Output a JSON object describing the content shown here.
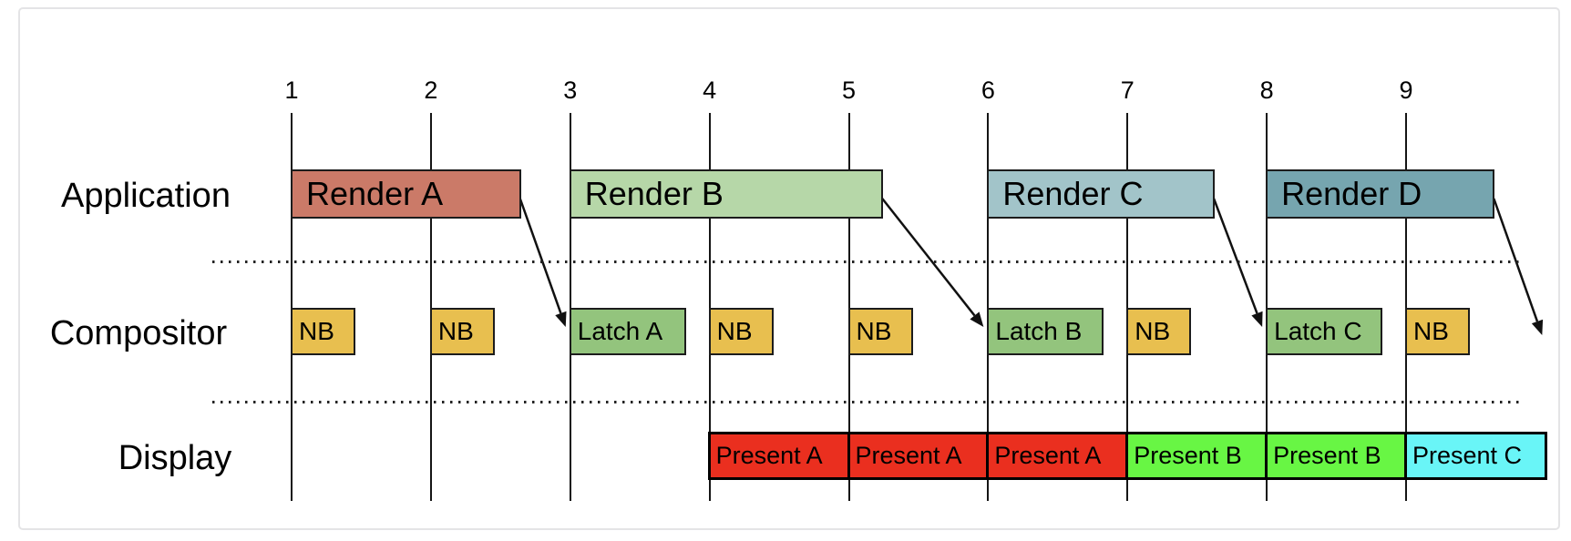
{
  "diagram_title": "frame-pipelining-timeline",
  "rows": [
    {
      "id": "application",
      "label": "Application"
    },
    {
      "id": "compositor",
      "label": "Compositor"
    },
    {
      "id": "display",
      "label": "Display"
    }
  ],
  "vsync_tick_labels": [
    "1",
    "2",
    "3",
    "4",
    "5",
    "6",
    "7",
    "8",
    "9"
  ],
  "application_blocks": [
    {
      "label": "Render A",
      "start": 1,
      "end": 2.64,
      "fill": "#cb7a68"
    },
    {
      "label": "Render B",
      "start": 3,
      "end": 5.24,
      "fill": "#b6d7a8"
    },
    {
      "label": "Render C",
      "start": 6,
      "end": 7.62,
      "fill": "#a2c4c9"
    },
    {
      "label": "Render D",
      "start": 8,
      "end": 9.63,
      "fill": "#76a5af"
    }
  ],
  "compositor_blocks": [
    {
      "label": "NB",
      "at": 1,
      "kind": "nb",
      "fill": "#e8bf4f"
    },
    {
      "label": "NB",
      "at": 2,
      "kind": "nb",
      "fill": "#e8bf4f"
    },
    {
      "label": "Latch A",
      "at": 3,
      "kind": "latch",
      "fill": "#93c47d"
    },
    {
      "label": "NB",
      "at": 4,
      "kind": "nb",
      "fill": "#e8bf4f"
    },
    {
      "label": "NB",
      "at": 5,
      "kind": "nb",
      "fill": "#e8bf4f"
    },
    {
      "label": "Latch B",
      "at": 6,
      "kind": "latch",
      "fill": "#93c47d"
    },
    {
      "label": "NB",
      "at": 7,
      "kind": "nb",
      "fill": "#e8bf4f"
    },
    {
      "label": "Latch C",
      "at": 8,
      "kind": "latch",
      "fill": "#93c47d"
    },
    {
      "label": "NB",
      "at": 9,
      "kind": "nb",
      "fill": "#e8bf4f"
    }
  ],
  "display_blocks": [
    {
      "label": "Present A",
      "start": 4,
      "end": 5,
      "fill": "#ea2f1f"
    },
    {
      "label": "Present A",
      "start": 5,
      "end": 6,
      "fill": "#ea2f1f"
    },
    {
      "label": "Present A",
      "start": 6,
      "end": 7,
      "fill": "#ea2f1f"
    },
    {
      "label": "Present B",
      "start": 7,
      "end": 8,
      "fill": "#68f644"
    },
    {
      "label": "Present B",
      "start": 8,
      "end": 9,
      "fill": "#68f644"
    },
    {
      "label": "Present C",
      "start": 9,
      "end": 10,
      "fill": "#69f5f7"
    }
  ],
  "arrows": [
    {
      "from": "Render A",
      "to": "Latch A"
    },
    {
      "from": "Render B",
      "to": "Latch B"
    },
    {
      "from": "Render C",
      "to": "Latch C"
    },
    {
      "from": "Render D",
      "to": null
    }
  ],
  "colors": {
    "line": "#151515",
    "arrow": "#111111",
    "frame_border": "#e4e4e6",
    "nb_fill": "#e8bf4f",
    "latch_fill": "#93c47d",
    "render_a": "#cb7a68",
    "render_b": "#b6d7a8",
    "render_c": "#a2c4c9",
    "render_d": "#76a5af",
    "present_a": "#ea2f1f",
    "present_b": "#68f644",
    "present_c": "#69f5f7"
  }
}
